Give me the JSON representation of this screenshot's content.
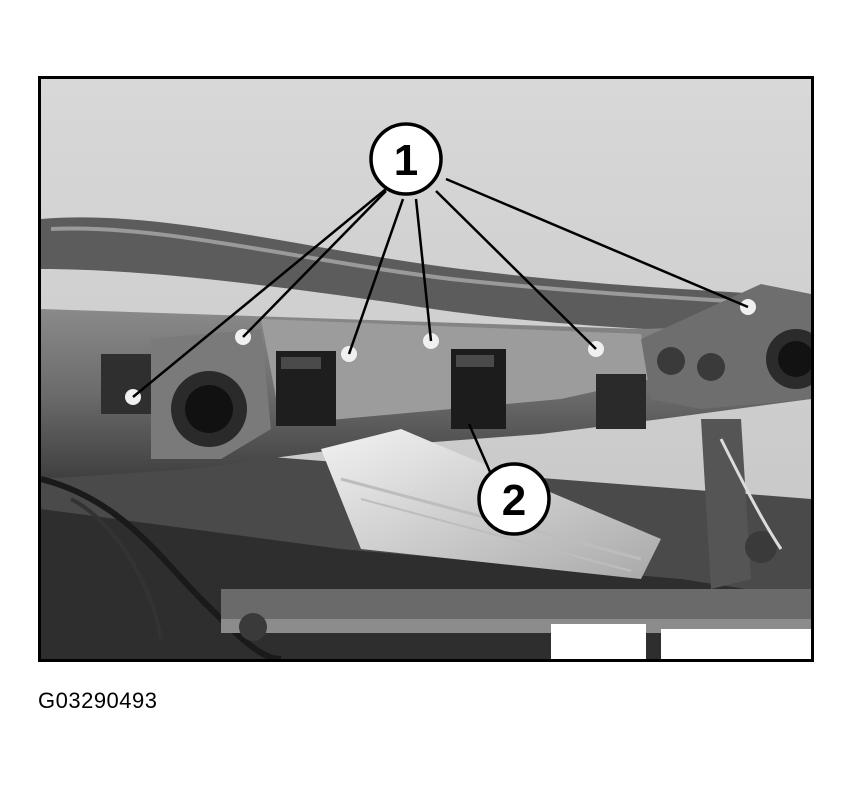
{
  "callouts": {
    "one": "1",
    "two": "2"
  },
  "figure": {
    "id": "G03290493"
  }
}
